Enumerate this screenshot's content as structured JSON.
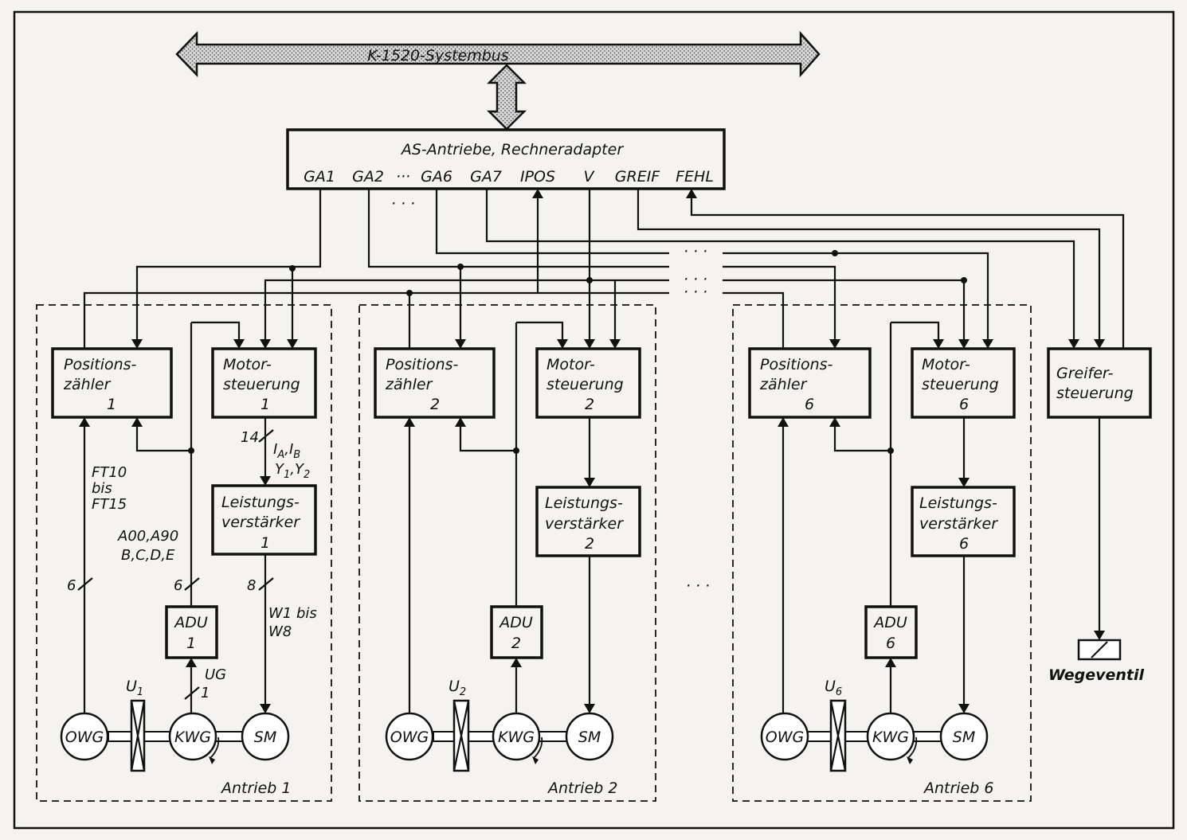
{
  "bus": {
    "label": "K-1520-Systembus"
  },
  "adapter": {
    "title": "AS-Antriebe, Rechneradapter",
    "ports": [
      "GA1",
      "GA2",
      "···",
      "GA6",
      "GA7",
      "IPOS",
      "V",
      "GREIF",
      "FEHL"
    ]
  },
  "drives": [
    {
      "pz": [
        "Positions-",
        "zähler",
        "1"
      ],
      "ms": [
        "Motor-",
        "steuerung",
        "1"
      ],
      "lv": [
        "Leistungs-",
        "verstärker",
        "1"
      ],
      "adu": [
        "ADU",
        "1"
      ],
      "owg": "OWG",
      "kwg": "KWG",
      "sm": "SM",
      "u": "U",
      "u_sub": "1",
      "name": "Antrieb 1"
    },
    {
      "pz": [
        "Positions-",
        "zähler",
        "2"
      ],
      "ms": [
        "Motor-",
        "steuerung",
        "2"
      ],
      "lv": [
        "Leistungs-",
        "verstärker",
        "2"
      ],
      "adu": [
        "ADU",
        "2"
      ],
      "owg": "OWG",
      "kwg": "KWG",
      "sm": "SM",
      "u": "U",
      "u_sub": "2",
      "name": "Antrieb 2"
    },
    {
      "pz": [
        "Positions-",
        "zähler",
        "6"
      ],
      "ms": [
        "Motor-",
        "steuerung",
        "6"
      ],
      "lv": [
        "Leistungs-",
        "verstärker",
        "6"
      ],
      "adu": [
        "ADU",
        "6"
      ],
      "owg": "OWG",
      "kwg": "KWG",
      "sm": "SM",
      "u": "U",
      "u_sub": "6",
      "name": "Antrieb 6"
    }
  ],
  "drive1_labels": {
    "ft": [
      "FT10",
      "bis",
      "FT15"
    ],
    "a": [
      "A00,A90",
      "B,C,D,E"
    ],
    "w": [
      "W1 bis",
      "W8"
    ],
    "ug": [
      "UG",
      "1"
    ],
    "ia": "I",
    "ia_sub": "A",
    "ib": "I",
    "ib_sub": "B",
    "y1": "Y",
    "y1_sub": "1",
    "y2": "Y",
    "y2_sub": "2",
    "n14": "14",
    "n6a": "6",
    "n6b": "6",
    "n8": "8"
  },
  "greifer": {
    "lines": [
      "Greifer-",
      "steuerung"
    ],
    "valve": "Wegeventil"
  },
  "ellipsis": [
    "· · ·",
    "· · ·",
    "· · ·",
    "· · ·",
    "· · ·"
  ]
}
